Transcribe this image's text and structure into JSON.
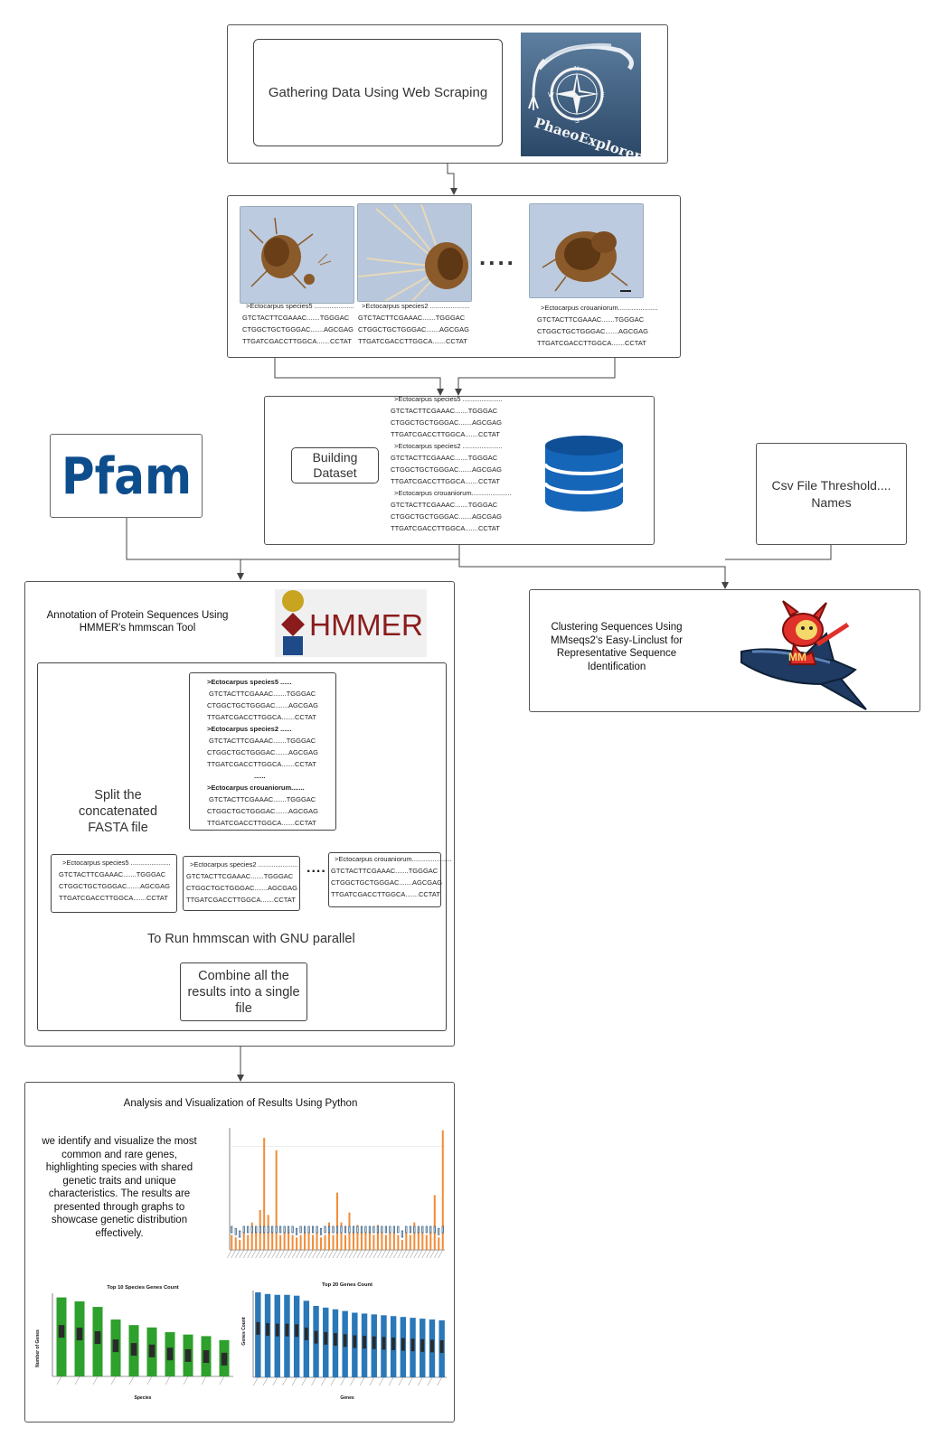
{
  "step1": {
    "text": "Gathering Data Using Web Scraping",
    "logo_text": "PhaeoExplorer",
    "compass_letters": {
      "n": "N",
      "e": "E",
      "s": "S",
      "w": "W"
    }
  },
  "step2": {
    "ellipsis": "....",
    "samples": [
      {
        "header": ">Ectocarpus species5 .....................",
        "lines": [
          "GTCTACTTCGAAAC.......TGGGAC",
          "CTGGCTGCTGGGAC.......AGCGAG",
          "TTGATCGACCTTGGCA.......CCTAT"
        ]
      },
      {
        "header": ">Ectocarpus species2 .....................",
        "lines": [
          "GTCTACTTCGAAAC.......TGGGAC",
          "CTGGCTGCTGGGAC.......AGCGAG",
          "TTGATCGACCTTGGCA.......CCTAT"
        ]
      },
      {
        "header": ">Ectocarpus crouaniorum.....................",
        "lines": [
          "GTCTACTTCGAAAC.......TGGGAC",
          "CTGGCTGCTGGGAC.......AGCGAG",
          "TTGATCGACCTTGGCA.......CCTAT"
        ]
      }
    ]
  },
  "dataset": {
    "label": "Building Dataset",
    "blocks": [
      {
        "header": ">Ectocarpus species5 .....................",
        "lines": [
          "GTCTACTTCGAAAC.......TGGGAC",
          "CTGGCTGCTGGGAC.......AGCGAG",
          "TTGATCGACCTTGGCA.......CCTAT"
        ]
      },
      {
        "header": ">Ectocarpus species2 .....................",
        "lines": [
          "GTCTACTTCGAAAC.......TGGGAC",
          "CTGGCTGCTGGGAC.......AGCGAG",
          "TTGATCGACCTTGGCA.......CCTAT"
        ]
      },
      {
        "header": ">Ectocarpus crouaniorum.....................",
        "lines": [
          "GTCTACTTCGAAAC.......TGGGAC",
          "CTGGCTGCTGGGAC.......AGCGAG",
          "TTGATCGACCTTGGCA.......CCTAT"
        ]
      }
    ]
  },
  "pfam": {
    "logo_text": "Pfam"
  },
  "csv": {
    "text": "Csv File Threshold.... Names"
  },
  "hmmer": {
    "title": "Annotation of Protein Sequences Using HMMER's hmmscan Tool",
    "logo_text": "HMMER",
    "split_text": "Split the concatenated FASTA file",
    "fasta": {
      "blocks": [
        {
          "header": ">Ectocarpus species5 ......",
          "lines": [
            "GTCTACTTCGAAAC.......TGGGAC",
            "CTGGCTGCTGGGAC.......AGCGAG",
            "TTGATCGACCTTGGCA.......CCTAT"
          ]
        },
        {
          "header": ">Ectocarpus species2 ......",
          "lines": [
            "GTCTACTTCGAAAC.......TGGGAC",
            "CTGGCTGCTGGGAC.......AGCGAG",
            "TTGATCGACCTTGGCA.......CCTAT"
          ]
        },
        {
          "header": ">Ectocarpus crouaniorum.......",
          "lines": [
            "GTCTACTTCGAAAC.......TGGGAC",
            "CTGGCTGCTGGGAC.......AGCGAG",
            "TTGATCGACCTTGGCA.......CCTAT"
          ]
        }
      ],
      "dots": "......"
    },
    "splits": [
      {
        "header": ">Ectocarpus species5 .....................",
        "lines": [
          "GTCTACTTCGAAAC.......TGGGAC",
          "CTGGCTGCTGGGAC.......AGCGAG",
          "TTGATCGACCTTGGCA.......CCTAT"
        ]
      },
      {
        "header": ">Ectocarpus species2 .....................",
        "lines": [
          "GTCTACTTCGAAAC.......TGGGAC",
          "CTGGCTGCTGGGAC.......AGCGAG",
          "TTGATCGACCTTGGCA.......CCTAT"
        ]
      },
      {
        "header": ">Ectocarpus crouaniorum.....................",
        "lines": [
          "GTCTACTTCGAAAC.......TGGGAC",
          "CTGGCTGCTGGGAC.......AGCGAG",
          "TTGATCGACCTTGGCA.......CCTAT"
        ]
      }
    ],
    "split_dots": "....",
    "parallel_text": "To Run hmmscan with GNU parallel",
    "combine_text": "Combine all the results into a single file"
  },
  "clustering": {
    "text": "Clustering Sequences Using MMseqs2's Easy-Linclust for Representative Sequence Identification",
    "mascot_text": "MM"
  },
  "analysis": {
    "title": "Analysis and Visualization of Results Using Python",
    "description": "we identify and visualize the most common and rare genes, highlighting species with shared genetic traits and unique characteristics. The results are presented through graphs to showcase genetic distribution effectively."
  },
  "chart_data": [
    {
      "type": "bar",
      "title": "",
      "colors": {
        "bar": "#f28c38",
        "box": "#1f4e79"
      },
      "values": [
        12,
        10,
        8,
        14,
        12,
        22,
        18,
        32,
        90,
        28,
        14,
        80,
        12,
        16,
        16,
        12,
        10,
        12,
        18,
        16,
        12,
        14,
        10,
        12,
        22,
        12,
        46,
        22,
        12,
        30,
        16,
        20,
        14,
        16,
        18,
        12,
        20,
        16,
        12,
        14,
        16,
        12,
        8,
        14,
        12,
        22,
        18,
        14,
        12,
        14,
        44,
        10,
        96
      ]
    },
    {
      "type": "bar",
      "title": "Top 10 Species Genes Count",
      "ylabel": "Number of Genes",
      "xlabel": "Species",
      "colors": {
        "bar": "#2ea02c"
      },
      "values": [
        100,
        95,
        88,
        72,
        65,
        62,
        56,
        53,
        51,
        46
      ]
    },
    {
      "type": "bar",
      "title": "Top 20 Genes Count",
      "ylabel": "Genes Count",
      "xlabel": "Genes",
      "colors": {
        "bar": "#2b78b8"
      },
      "values": [
        100,
        98,
        97,
        97,
        96,
        90,
        84,
        82,
        80,
        78,
        76,
        75,
        74,
        73,
        72,
        71,
        70,
        69,
        68,
        67
      ]
    }
  ]
}
